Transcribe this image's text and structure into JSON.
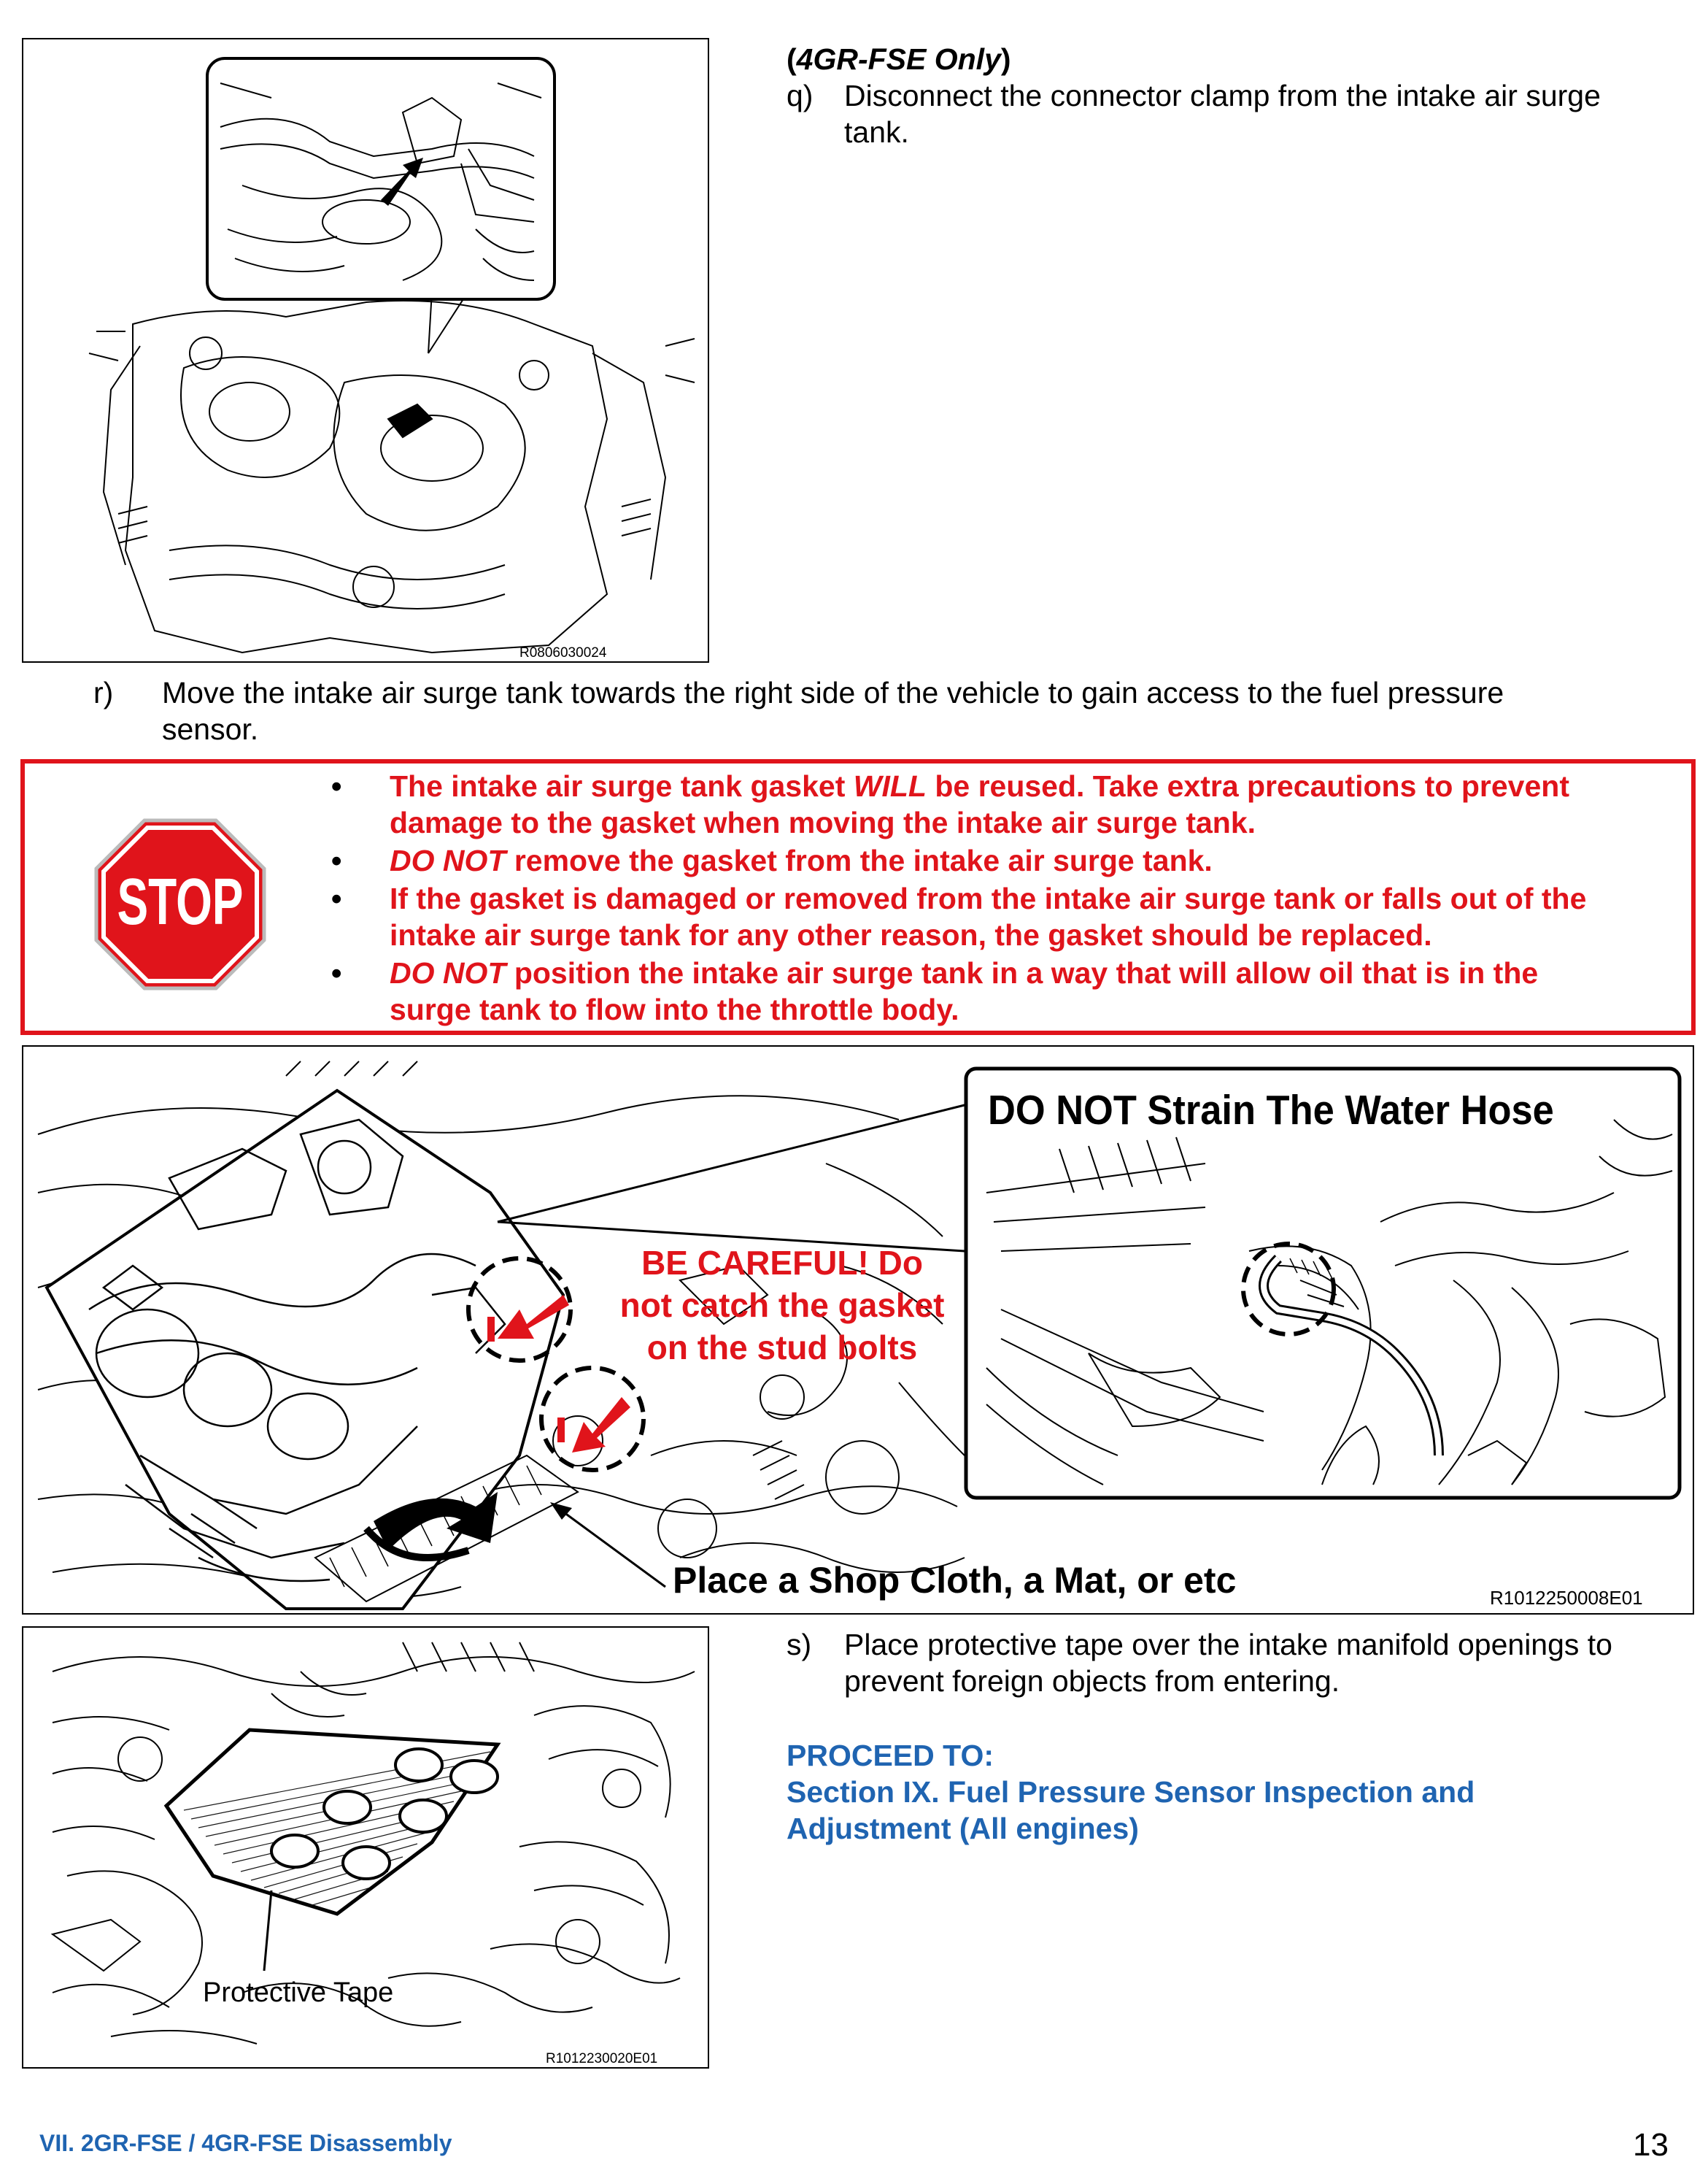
{
  "step_q": {
    "header_prefix": "(",
    "header_engine": "4GR-FSE Only",
    "header_suffix": ")",
    "letter": "q)",
    "line1": "Disconnect the connector clamp from the intake air surge",
    "line2": "tank."
  },
  "figure1": {
    "code": "R0806030024"
  },
  "step_r": {
    "letter": "r)",
    "line1": "Move the intake air surge tank towards the right side of the vehicle to gain access to the fuel pressure",
    "line2": "sensor."
  },
  "stop_panel": {
    "sign_text": "STOP",
    "bullet": "•",
    "items": [
      {
        "pre": "The intake air surge tank gasket ",
        "em": "WILL",
        "post": " be reused. Take extra precautions to prevent",
        "line2": "damage to the gasket when moving the intake air surge tank."
      },
      {
        "em": "DO NOT",
        "post": " remove the gasket from the intake air surge tank."
      },
      {
        "line1": "If the gasket is damaged or removed from the intake air surge tank or falls out of the",
        "line2": "intake air surge tank for any other reason, the gasket should be replaced."
      },
      {
        "em": "DO NOT",
        "post": " position the intake air surge tank in a way that will allow oil that is in the",
        "line2": "surge tank to flow into the throttle body."
      }
    ]
  },
  "figure2": {
    "callout_title": "DO NOT Strain The Water Hose",
    "careful_line1": "BE CAREFUL! Do",
    "careful_line2": "not catch the gasket",
    "careful_line3": "on the stud bolts",
    "bottom_label": "Place a Shop Cloth, a Mat, or etc",
    "code": "R1012250008E01"
  },
  "figure3": {
    "label": "Protective Tape",
    "code": "R1012230020E01"
  },
  "step_s": {
    "letter": "s)",
    "line1": "Place protective tape over the intake manifold openings to",
    "line2": "prevent foreign objects from entering."
  },
  "proceed": {
    "heading": "PROCEED TO:",
    "line1": "Section IX. Fuel Pressure Sensor Inspection and",
    "line2": "Adjustment (All engines)"
  },
  "footer": {
    "section": "VII. 2GR-FSE / 4GR-FSE Disassembly",
    "page_number": "13"
  },
  "colors": {
    "warning_red": "#e0141b",
    "link_blue": "#1f64b1"
  }
}
